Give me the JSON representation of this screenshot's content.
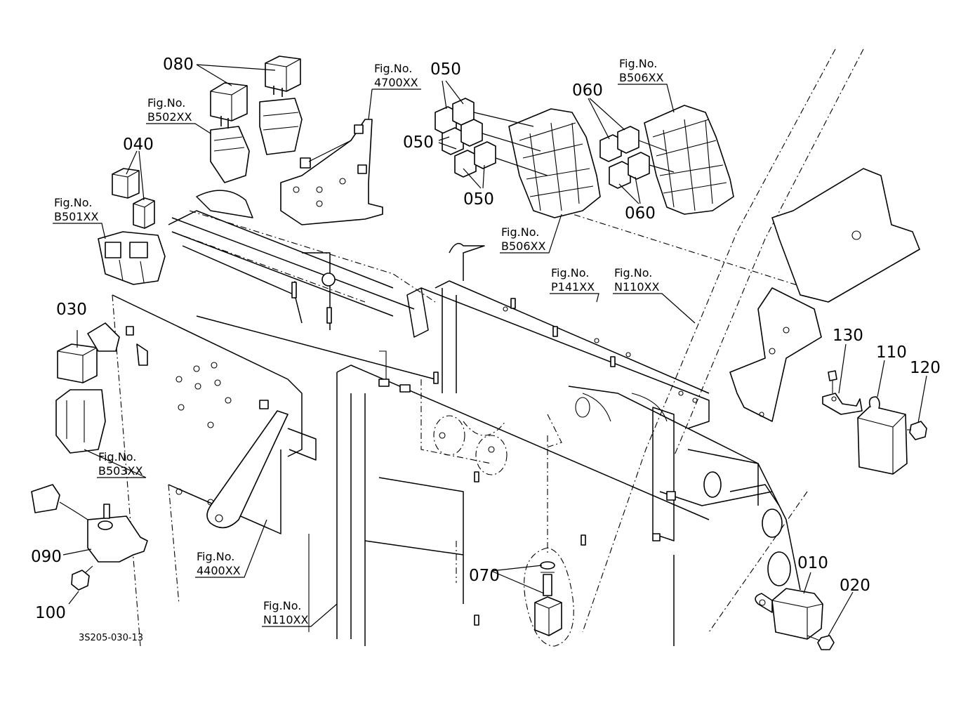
{
  "drawing_number": "3S205-030-13",
  "callouts": [
    {
      "id": "c080",
      "label": "080"
    },
    {
      "id": "c040",
      "label": "040"
    },
    {
      "id": "c030",
      "label": "030"
    },
    {
      "id": "c050a",
      "label": "050"
    },
    {
      "id": "c050b",
      "label": "050"
    },
    {
      "id": "c050c",
      "label": "050"
    },
    {
      "id": "c060a",
      "label": "060"
    },
    {
      "id": "c060b",
      "label": "060"
    },
    {
      "id": "c130",
      "label": "130"
    },
    {
      "id": "c110",
      "label": "110"
    },
    {
      "id": "c120",
      "label": "120"
    },
    {
      "id": "c090",
      "label": "090"
    },
    {
      "id": "c100",
      "label": "100"
    },
    {
      "id": "c070",
      "label": "070"
    },
    {
      "id": "c010",
      "label": "010"
    },
    {
      "id": "c020",
      "label": "020"
    }
  ],
  "figure_refs": [
    {
      "id": "f4700",
      "line1": "Fig.No.",
      "line2": "4700XX"
    },
    {
      "id": "f502",
      "line1": "Fig.No.",
      "line2": "B502XX"
    },
    {
      "id": "f501",
      "line1": "Fig.No.",
      "line2": "B501XX"
    },
    {
      "id": "f506a",
      "line1": "Fig.No.",
      "line2": "B506XX"
    },
    {
      "id": "f506b",
      "line1": "Fig.No.",
      "line2": "B506XX"
    },
    {
      "id": "fp141",
      "line1": "Fig.No.",
      "line2": "P141XX"
    },
    {
      "id": "fn110a",
      "line1": "Fig.No.",
      "line2": "N110XX"
    },
    {
      "id": "f503",
      "line1": "Fig.No.",
      "line2": "B503XX"
    },
    {
      "id": "f4400",
      "line1": "Fig.No.",
      "line2": "4400XX"
    },
    {
      "id": "fn110b",
      "line1": "Fig.No.",
      "line2": "N110XX"
    }
  ]
}
